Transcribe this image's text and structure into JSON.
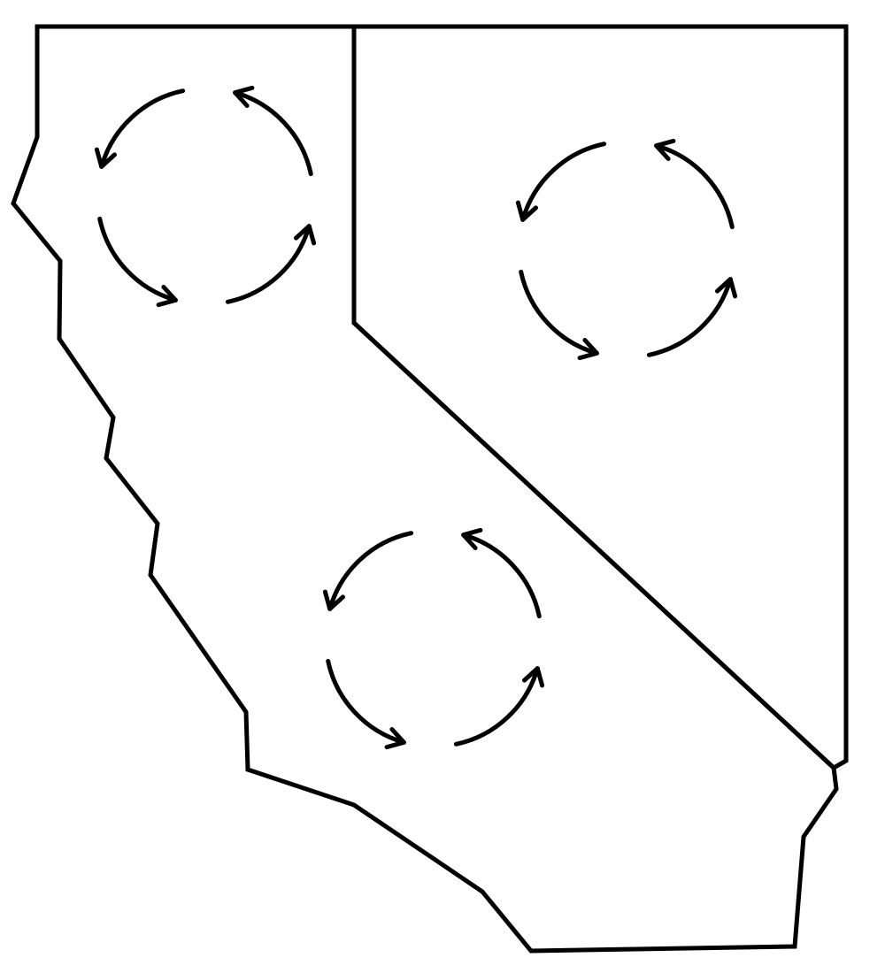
{
  "colors": {
    "background": "#ffffff",
    "stroke": "#000000"
  },
  "regions": [
    {
      "id": "california",
      "label": ""
    },
    {
      "id": "nevada",
      "label": ""
    }
  ],
  "cycles": [
    {
      "id": "north-california",
      "direction": "counterclockwise",
      "segments": 4
    },
    {
      "id": "nevada",
      "direction": "counterclockwise",
      "segments": 4
    },
    {
      "id": "south-california",
      "direction": "counterclockwise",
      "segments": 4
    }
  ]
}
